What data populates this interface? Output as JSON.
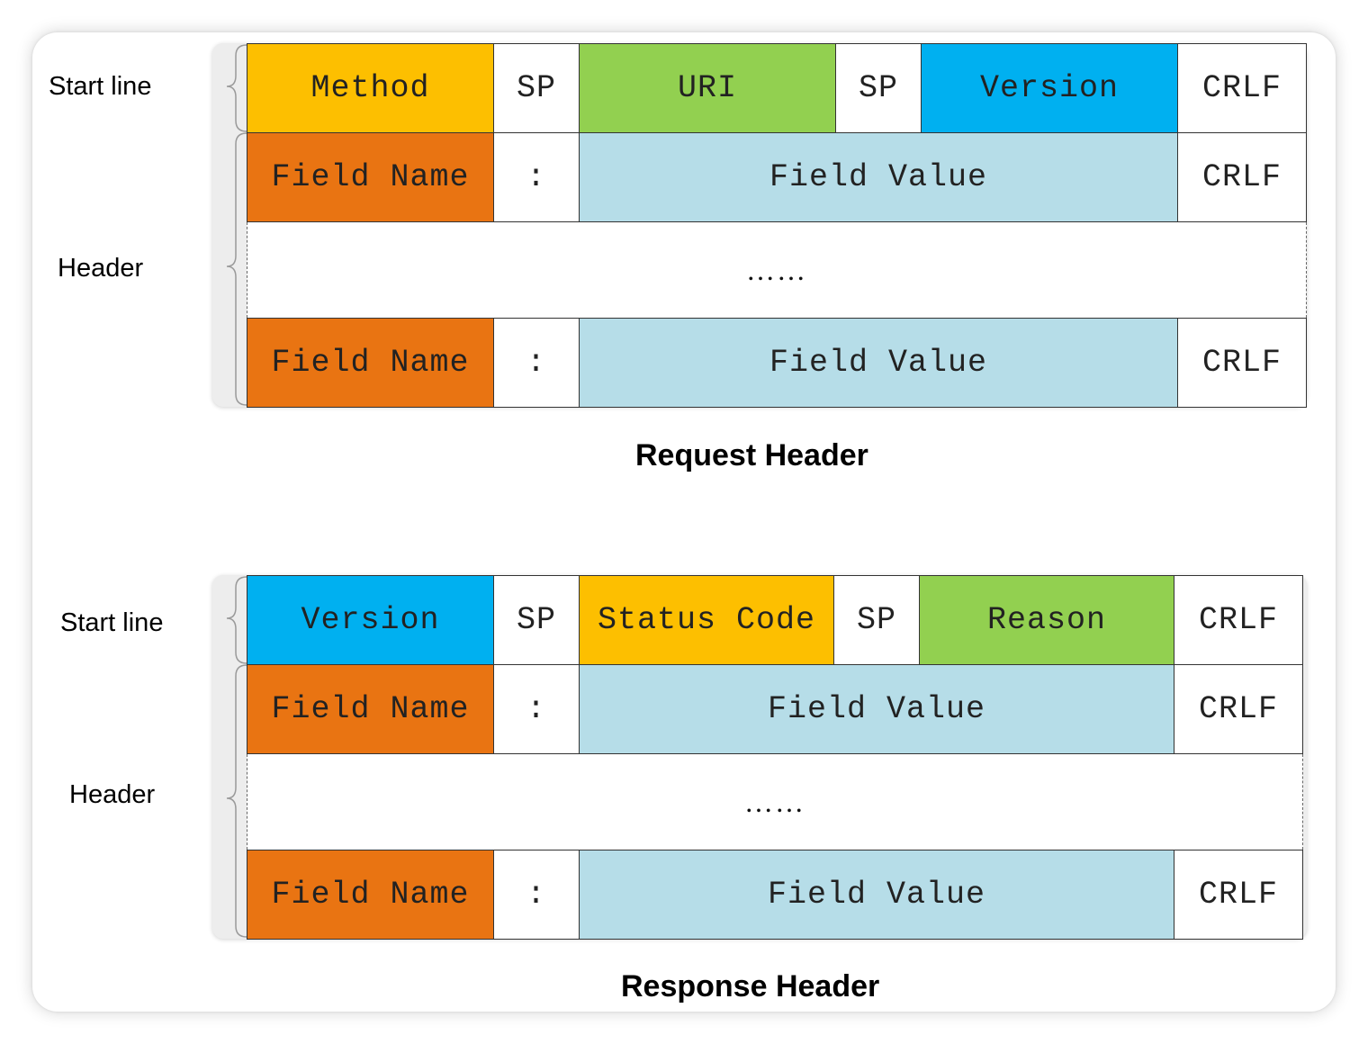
{
  "colors": {
    "yellow": "#fdbf00",
    "green": "#92d050",
    "blue": "#00b0f0",
    "orange": "#e97412",
    "light_blue": "#b6dde8",
    "white": "#ffffff"
  },
  "request": {
    "caption": "Request Header",
    "start_line_label": "Start line",
    "header_label": "Header",
    "start_line": [
      {
        "text": "Method",
        "color": "#fdbf00"
      },
      {
        "text": "SP",
        "color": "#ffffff"
      },
      {
        "text": "URI",
        "color": "#92d050"
      },
      {
        "text": "SP",
        "color": "#ffffff"
      },
      {
        "text": "Version",
        "color": "#00b0f0"
      },
      {
        "text": "CRLF",
        "color": "#ffffff"
      }
    ],
    "field_row": {
      "name": "Field Name",
      "colon": ":",
      "value": "Field Value",
      "end": "CRLF"
    },
    "ellipsis": "……"
  },
  "response": {
    "caption": "Response Header",
    "start_line_label": "Start line",
    "header_label": "Header",
    "start_line": [
      {
        "text": "Version",
        "color": "#00b0f0"
      },
      {
        "text": "SP",
        "color": "#ffffff"
      },
      {
        "text": "Status Code",
        "color": "#fdbf00"
      },
      {
        "text": "SP",
        "color": "#ffffff"
      },
      {
        "text": "Reason",
        "color": "#92d050"
      },
      {
        "text": "CRLF",
        "color": "#ffffff"
      }
    ],
    "field_row": {
      "name": "Field Name",
      "colon": ":",
      "value": "Field Value",
      "end": "CRLF"
    },
    "ellipsis": "……"
  }
}
